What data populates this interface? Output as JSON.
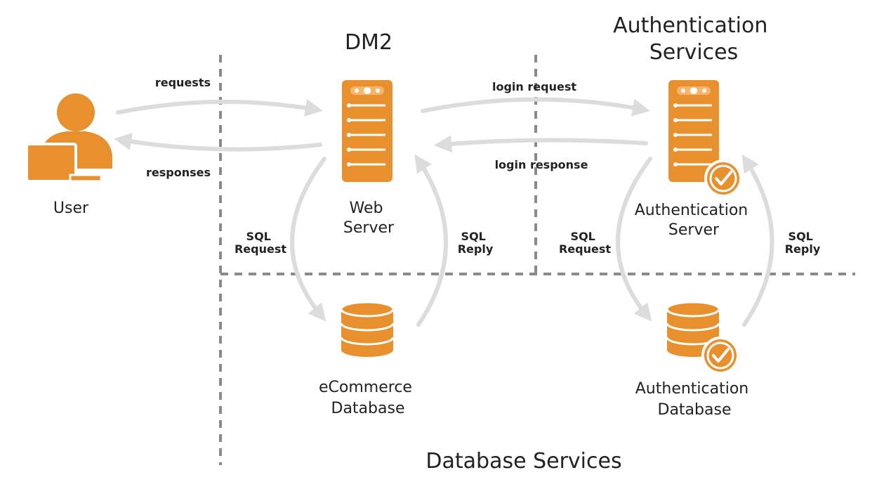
{
  "colors": {
    "accent": "#E8902E",
    "accent_light": "#F7B46A",
    "arrow": "#DCDCDC",
    "divider": "#8A8A8A",
    "text": "#222222",
    "background": "#FFFFFF"
  },
  "zones": {
    "dmz": "DM2",
    "auth_services": [
      "Authentication",
      "Services"
    ],
    "database_services": "Database Services"
  },
  "nodes": {
    "user": {
      "label": "User",
      "icon": "user-with-laptop-icon"
    },
    "web_server": {
      "label": [
        "Web",
        "Server"
      ],
      "icon": "server-icon"
    },
    "auth_server": {
      "label": [
        "Authentication",
        "Server"
      ],
      "icon": "server-icon",
      "badge": "checkmark-icon"
    },
    "ecommerce_db": {
      "label": [
        "eCommerce",
        "Database"
      ],
      "icon": "database-icon"
    },
    "auth_db": {
      "label": [
        "Authentication",
        "Database"
      ],
      "icon": "database-icon",
      "badge": "checkmark-icon"
    }
  },
  "flows": {
    "requests": "requests",
    "responses": "responses",
    "login_request": "login request",
    "login_response": "login response",
    "web_sql_request": [
      "SQL",
      "Request"
    ],
    "web_sql_reply": [
      "SQL",
      "Reply"
    ],
    "auth_sql_request": [
      "SQL",
      "Request"
    ],
    "auth_sql_reply": [
      "SQL",
      "Reply"
    ]
  }
}
